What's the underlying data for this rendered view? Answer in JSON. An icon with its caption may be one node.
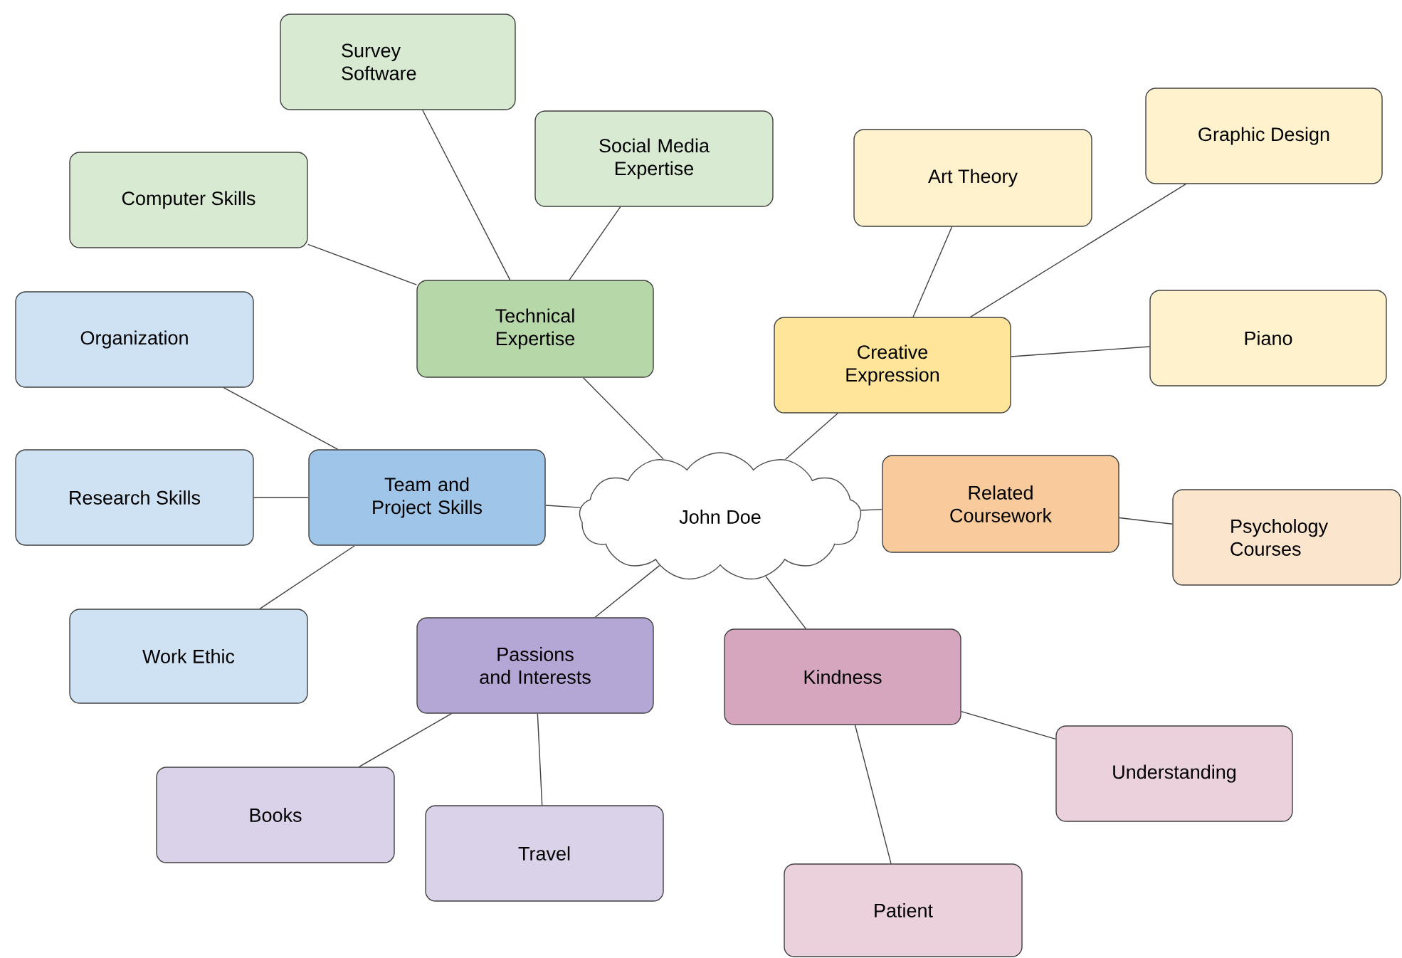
{
  "diagram": {
    "nodes": [
      {
        "text": [
          "Survey Software"
        ]
      },
      {
        "text": [
          "Social Media Expertise"
        ]
      },
      {
        "text": [
          "Graphic Design"
        ]
      },
      {
        "text": [
          "Art Theory"
        ]
      },
      {
        "text": [
          "Computer Skills"
        ]
      },
      {
        "text": [
          "Technical Expertise"
        ]
      },
      {
        "text": [
          "Piano"
        ]
      },
      {
        "text": [
          "Organization"
        ]
      },
      {
        "text": [
          "Creative Expression"
        ]
      },
      {
        "text": [
          "Team and Project Skills"
        ]
      },
      {
        "text": [
          "Research Skills"
        ]
      },
      {
        "text": [
          "John Doe"
        ]
      },
      {
        "text": [
          "Related Coursework"
        ]
      },
      {
        "text": [
          "Psychology Courses"
        ]
      },
      {
        "text": [
          "Work Ethic"
        ]
      },
      {
        "text": [
          "Passions and Interests"
        ]
      },
      {
        "text": [
          "Kindness"
        ]
      },
      {
        "text": [
          "Understanding"
        ]
      },
      {
        "text": [
          "Books"
        ]
      },
      {
        "text": [
          "Travel"
        ]
      },
      {
        "text": [
          "Patient"
        ]
      }
    ],
    "edges": [
      {
        "from": 11,
        "to": 5,
        "arrow": "none"
      },
      {
        "from": 11,
        "to": 8,
        "arrow": "none"
      },
      {
        "from": 11,
        "to": 9,
        "arrow": "none"
      },
      {
        "from": 11,
        "to": 12,
        "arrow": "none"
      },
      {
        "from": 11,
        "to": 15,
        "arrow": "none"
      },
      {
        "from": 11,
        "to": 16,
        "arrow": "none"
      },
      {
        "from": 5,
        "to": 0,
        "arrow": "none"
      },
      {
        "from": 5,
        "to": 1,
        "arrow": "none"
      },
      {
        "from": 5,
        "to": 4,
        "arrow": "none"
      },
      {
        "from": 8,
        "to": 3,
        "arrow": "none"
      },
      {
        "from": 8,
        "to": 2,
        "arrow": "none"
      },
      {
        "from": 8,
        "to": 6,
        "arrow": "none"
      },
      {
        "from": 9,
        "to": 7,
        "arrow": "none"
      },
      {
        "from": 9,
        "to": 10,
        "arrow": "none"
      },
      {
        "from": 9,
        "to": 14,
        "arrow": "none"
      },
      {
        "from": 12,
        "to": 13,
        "arrow": "none"
      },
      {
        "from": 15,
        "to": 18,
        "arrow": "none"
      },
      {
        "from": 15,
        "to": 19,
        "arrow": "none"
      },
      {
        "from": 16,
        "to": 17,
        "arrow": "none"
      },
      {
        "from": 16,
        "to": 20,
        "arrow": "none"
      }
    ]
  }
}
